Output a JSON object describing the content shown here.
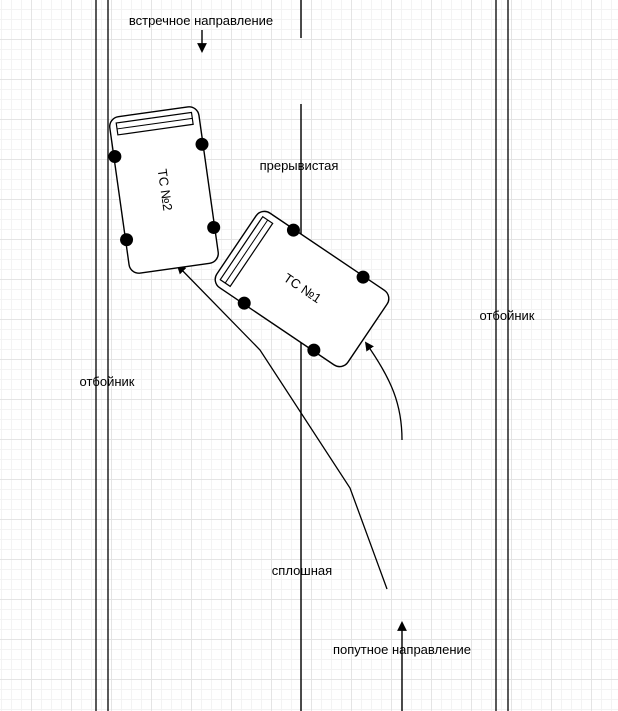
{
  "labels": {
    "oncoming": "встречное направление",
    "dashed": "прерывистая",
    "barrier_right": "отбойник",
    "barrier_left": "отбойник",
    "solid": "сплошная",
    "same_direction": "попутное направление"
  },
  "vehicles": {
    "v1": "ТС №1",
    "v2": "ТС №2"
  },
  "colors": {
    "line": "#000000",
    "grid": "#e4e4e4"
  }
}
